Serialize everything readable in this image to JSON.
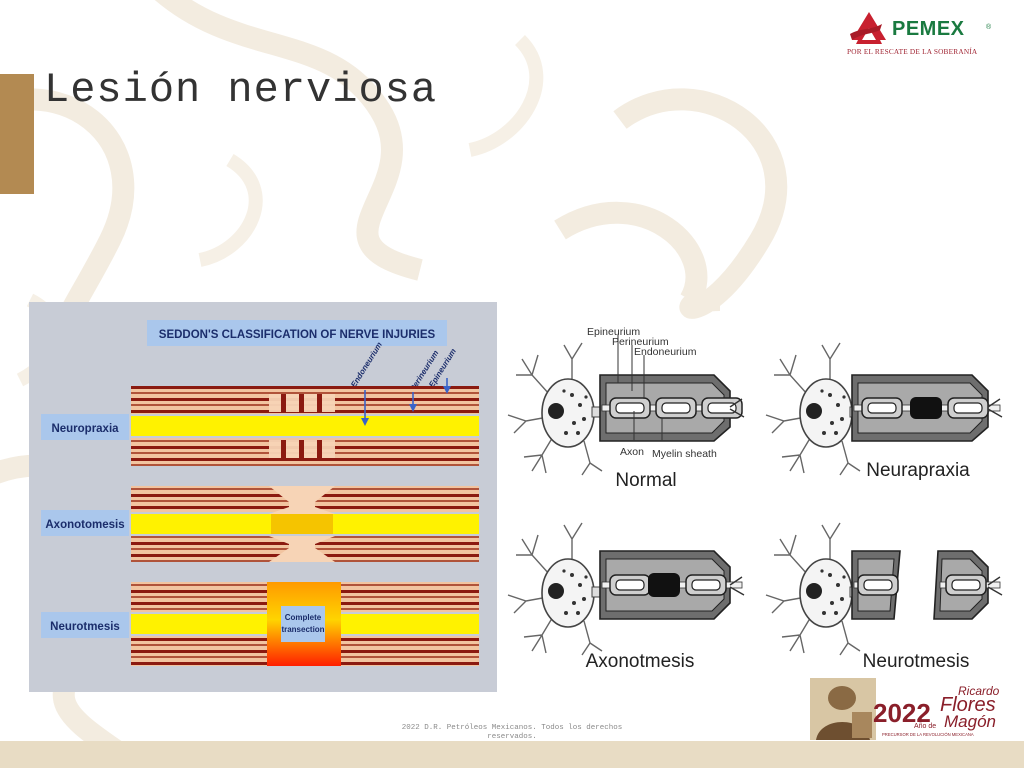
{
  "slide": {
    "title": "Lesión nerviosa"
  },
  "logo": {
    "name": "PEMEX",
    "registered_mark": "®",
    "tagline": "POR EL RESCATE DE LA SOBERANÍA"
  },
  "left_figure": {
    "heading": "SEDDON'S CLASSIFICATION OF NERVE INJURIES",
    "layer_labels": [
      "Endoneurium",
      "Perineurium",
      "Epineurium"
    ],
    "rows": [
      {
        "label": "Neuropraxia"
      },
      {
        "label": "Axonotomesis"
      },
      {
        "label": "Neurotmesis"
      }
    ],
    "transection_label": "Complete transection"
  },
  "right_figure": {
    "callouts": {
      "epineurium": "Epineurium",
      "perineurium": "Perineurium",
      "endoneurium": "Endoneurium",
      "axon": "Axon",
      "myelin": "Myelin sheath"
    },
    "panels": [
      "Normal",
      "Neurapraxia",
      "Axonotmesis",
      "Neurotmesis"
    ]
  },
  "anniversary": {
    "year": "2022",
    "prefix": "Año de",
    "name_first": "Ricardo",
    "name_second": "Flores",
    "name_third": "Magón",
    "caption": "PRECURSOR DE LA REVOLUCIÓN MEXICANA"
  },
  "footer": {
    "copyright": "2022 D.R. Petróleos Mexicanos. Todos los derechos reservados."
  },
  "colors": {
    "accent": "#b38a52",
    "pemex_green": "#1a7a40",
    "pemex_red": "#c8202f",
    "nerve_brown": "#8b1a10",
    "nerve_yellow": "#fff200"
  }
}
